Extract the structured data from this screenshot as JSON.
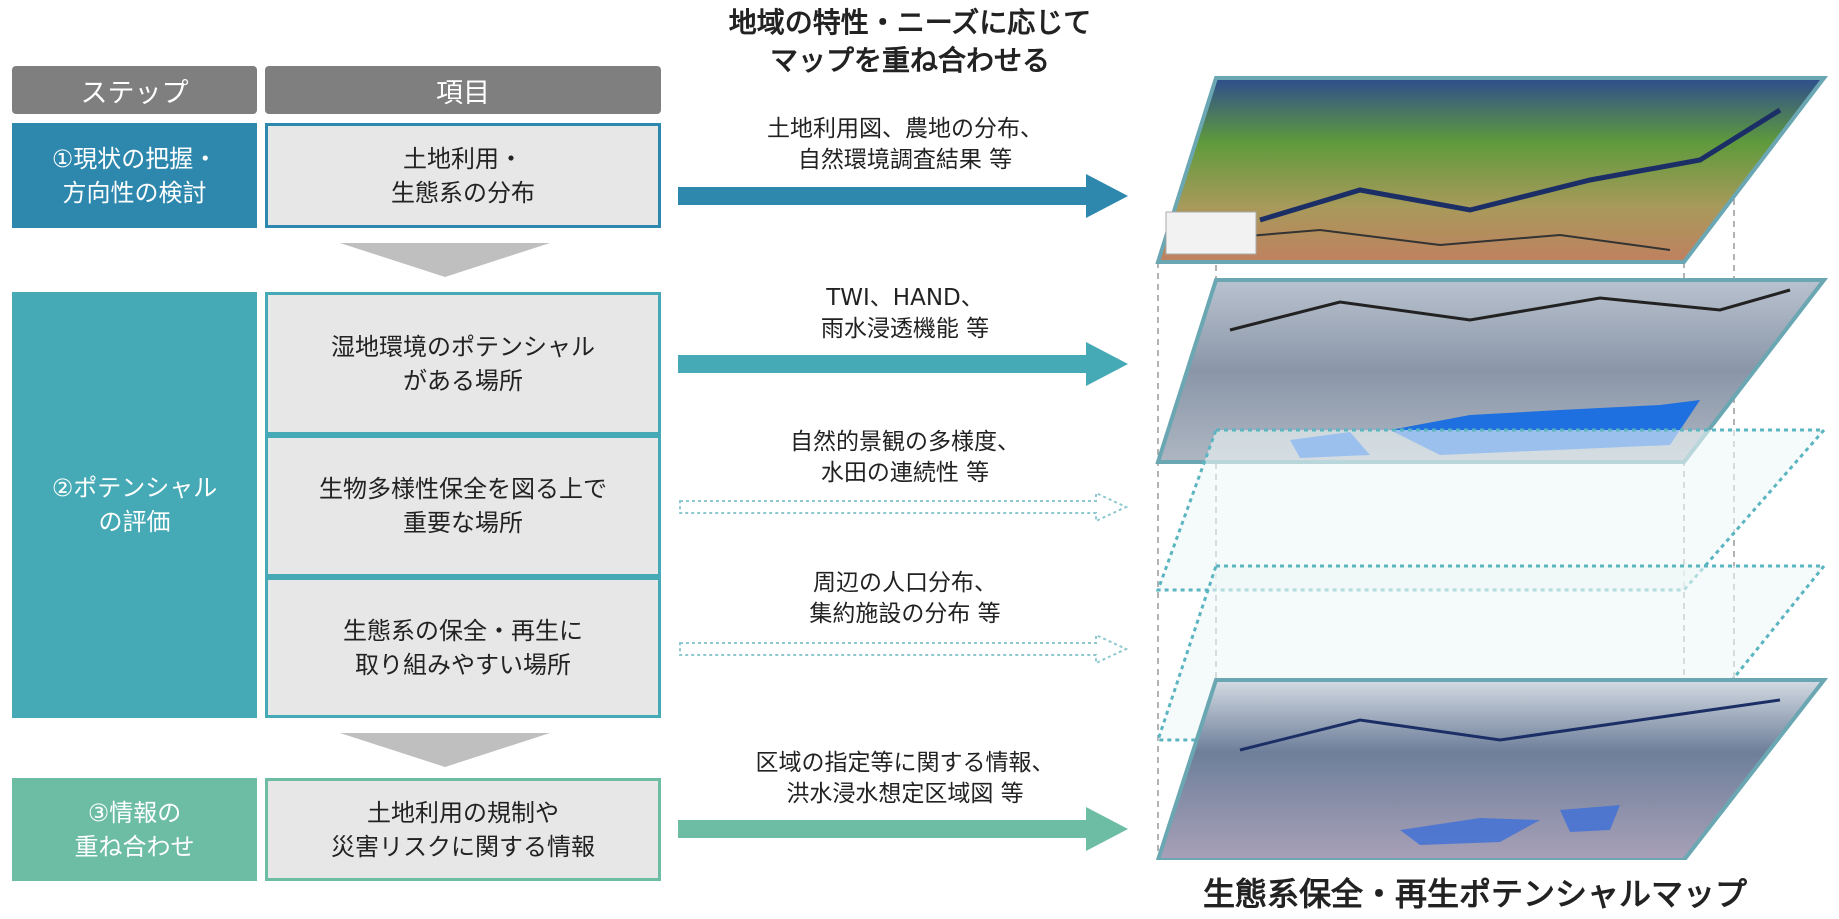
{
  "top_title": "地域の特性・ニーズに応じて\nマップを重ね合わせる",
  "headers": {
    "step": "ステップ",
    "item": "項目"
  },
  "steps": [
    {
      "label": "①現状の把握・\n方向性の検討",
      "color": "#2e88ae"
    },
    {
      "label": "②ポテンシャル\nの評価",
      "color": "#45aab5"
    },
    {
      "label": "③情報の\n重ね合わせ",
      "color": "#6dbda5"
    }
  ],
  "items": [
    {
      "text": "土地利用・\n生態系の分布"
    },
    {
      "text": "湿地環境のポテンシャル\nがある場所"
    },
    {
      "text": "生物多様性保全を図る上で\n重要な場所"
    },
    {
      "text": "生態系の保全・再生に\n取り組みやすい場所"
    },
    {
      "text": "土地利用の規制や\n災害リスクに関する情報"
    }
  ],
  "arrow_labels": [
    "土地利用図、農地の分布、\n自然環境調査結果 等",
    "TWI、HAND、\n雨水浸透機能 等",
    "自然的景観の多様度、\n水田の連続性 等",
    "周辺の人口分布、\n集約施設の分布 等",
    "区域の指定等に関する情報、\n洪水浸水想定区域図 等"
  ],
  "map_title": "生態系保全・再生ポテンシャルマップ",
  "colors": {
    "header_gray": "#7f7f7f",
    "item_fill": "#e7e7e7",
    "chevron": "#bfbfbf"
  }
}
